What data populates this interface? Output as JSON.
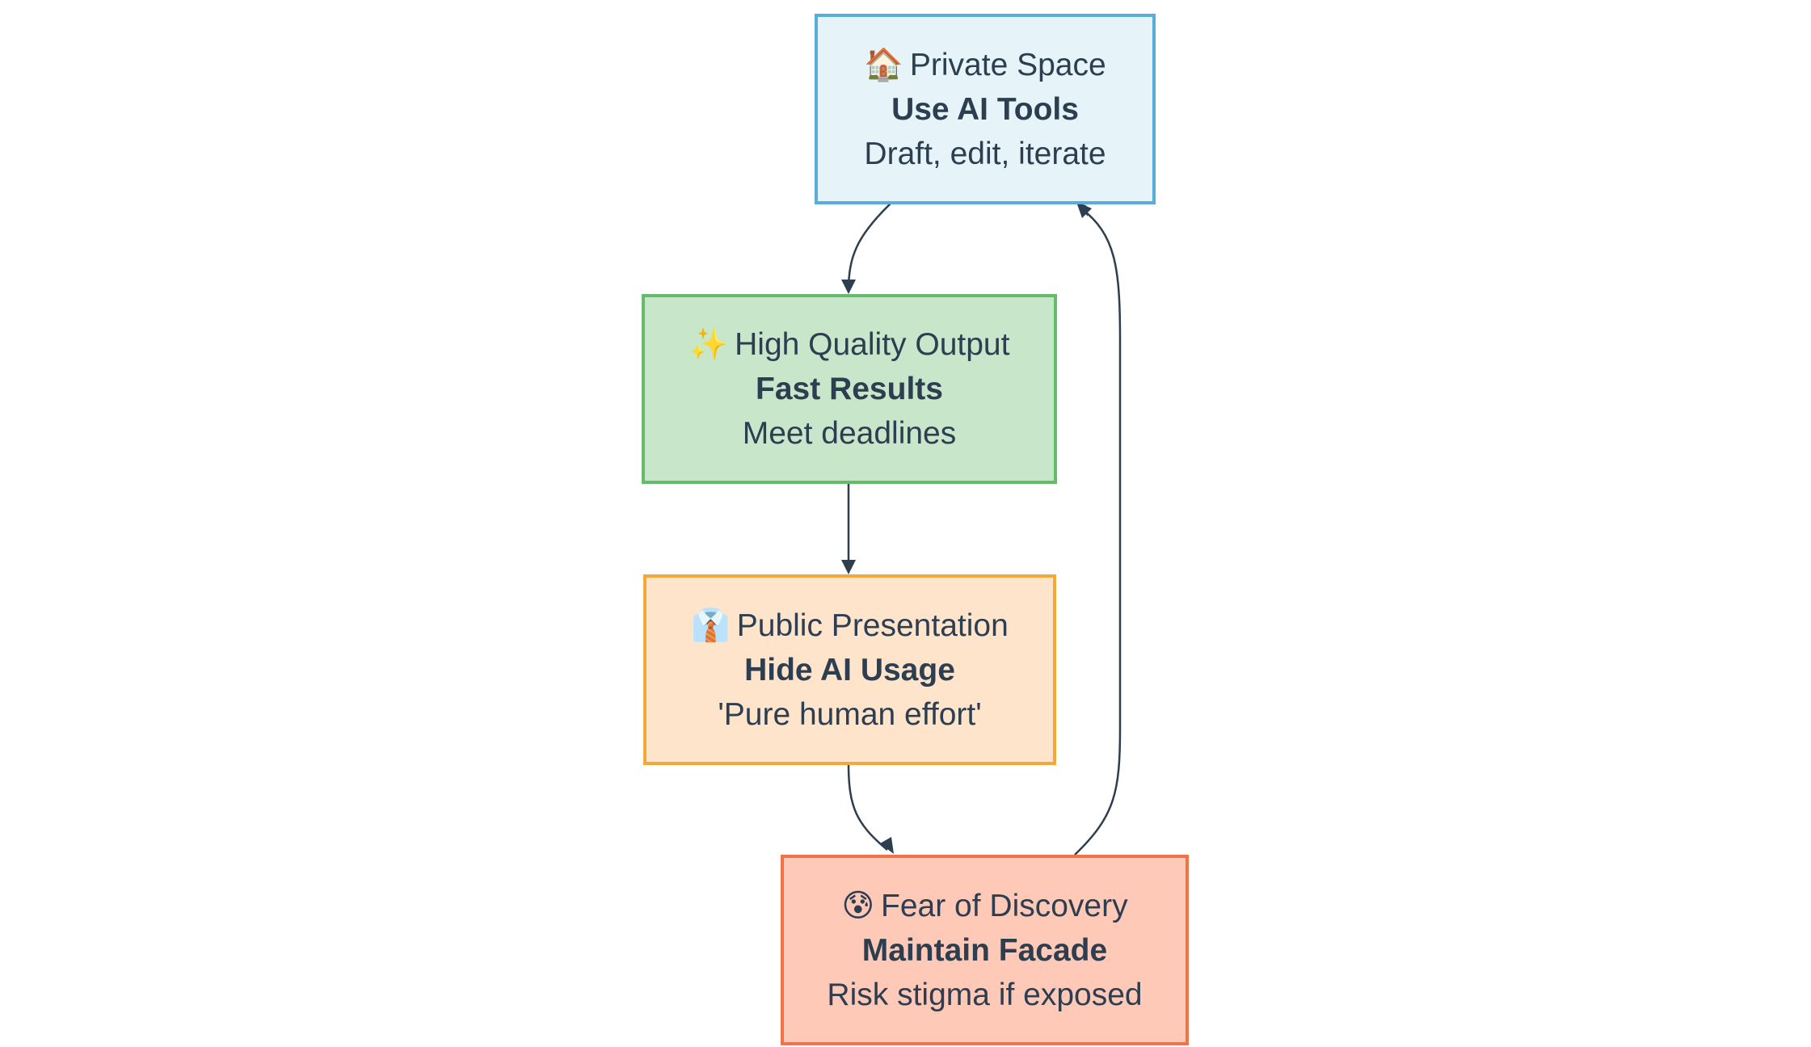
{
  "diagram": {
    "nodes": [
      {
        "id": "private-space",
        "icon": "house-icon",
        "emoji": "🏠",
        "title": "Private Space",
        "subtitle": "Use AI Tools",
        "detail": "Draft, edit, iterate",
        "fill": "#e6f3f9",
        "stroke": "#5aaddb"
      },
      {
        "id": "high-quality-output",
        "icon": "sparkles-icon",
        "emoji": "✨",
        "title": "High Quality Output",
        "subtitle": "Fast Results",
        "detail": "Meet deadlines",
        "fill": "#c8e6c9",
        "stroke": "#66bb6a"
      },
      {
        "id": "public-presentation",
        "icon": "necktie-icon",
        "emoji": "👔",
        "title": "Public Presentation",
        "subtitle": "Hide AI Usage",
        "detail": "'Pure human effort'",
        "fill": "#ffe4cc",
        "stroke": "#f5a83a"
      },
      {
        "id": "fear-of-discovery",
        "icon": "anxious-face-icon",
        "emoji": "😰",
        "title": "Fear of Discovery",
        "subtitle": "Maintain Facade",
        "detail": "Risk stigma if exposed",
        "fill": "#ffc9b8",
        "stroke": "#f07448"
      }
    ],
    "edges": [
      {
        "from": "private-space",
        "to": "high-quality-output"
      },
      {
        "from": "high-quality-output",
        "to": "public-presentation"
      },
      {
        "from": "public-presentation",
        "to": "fear-of-discovery"
      },
      {
        "from": "fear-of-discovery",
        "to": "private-space"
      }
    ],
    "edge_color": "#2c3e50"
  }
}
